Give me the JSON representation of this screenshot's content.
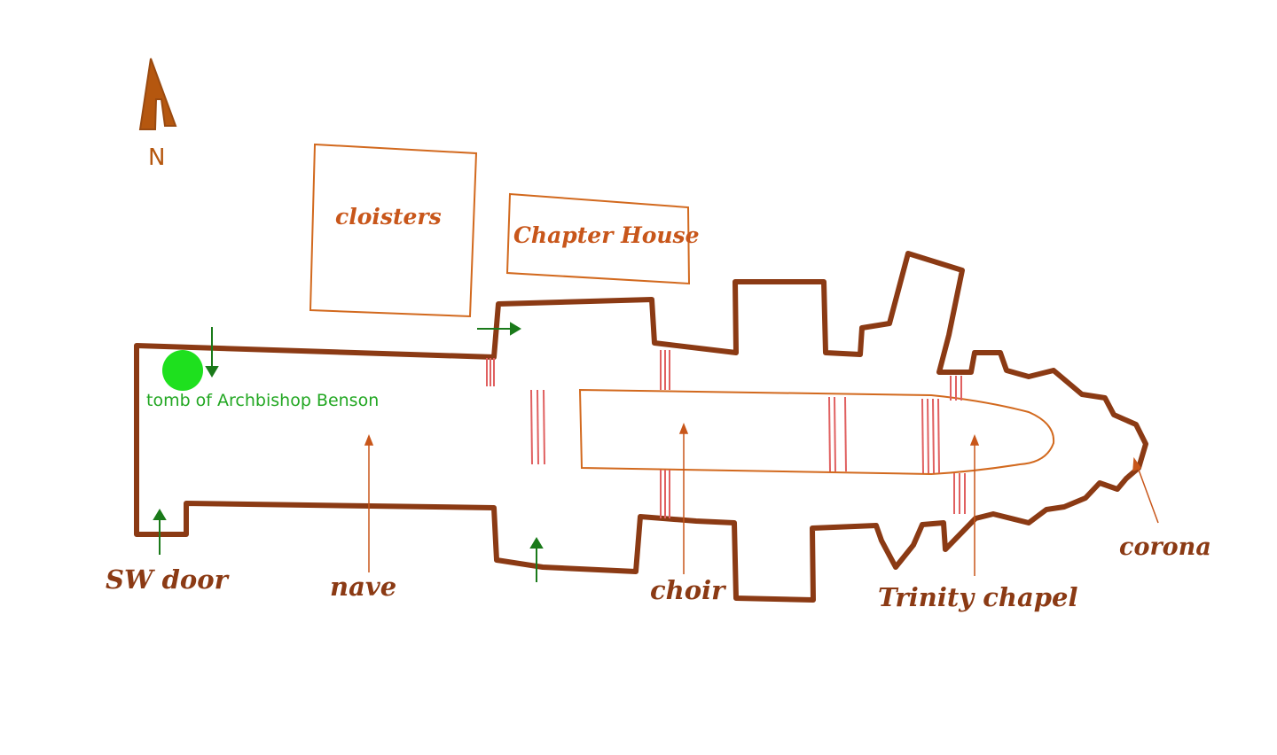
{
  "compass": {
    "label": "N",
    "icon": "north-arrow-icon"
  },
  "labels": {
    "cloisters": "cloisters",
    "chapter_house": "Chapter House",
    "tomb": "tomb of Archbishop Benson",
    "sw_door": "SW door",
    "nave": "nave",
    "choir": "choir",
    "trinity_chapel": "Trinity chapel",
    "corona": "corona"
  },
  "colors": {
    "wall": "#8b3a14",
    "outline": "#d2691e",
    "label_brown": "#8b3a14",
    "label_orange": "#c8561a",
    "screen_lines": "#e06060",
    "marker_green": "#1ee01e",
    "arrow_green": "#1a7a1a",
    "tomb_text": "#22a722"
  }
}
